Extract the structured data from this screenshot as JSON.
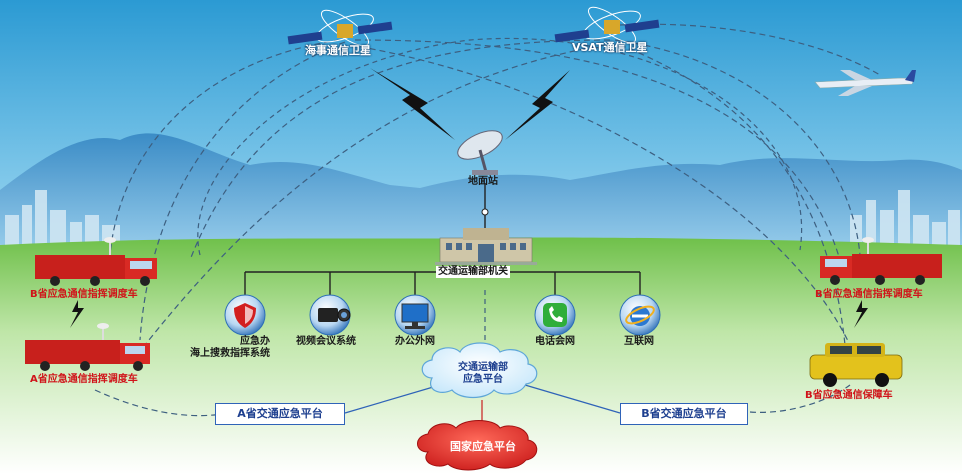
{
  "satellites": [
    {
      "label": "海事通信卫星"
    },
    {
      "label": "VSAT通信卫星"
    }
  ],
  "ground_station": {
    "label": "地面站"
  },
  "ministry": {
    "label": "交通运输部机关"
  },
  "systems": [
    {
      "label": "应急办\n海上搜救指挥系统",
      "icon": "shield-icon"
    },
    {
      "label": "视频会议系统",
      "icon": "video-camera-icon"
    },
    {
      "label": "办公外网",
      "icon": "monitor-icon"
    },
    {
      "label": "电话会网",
      "icon": "phone-icon"
    },
    {
      "label": "互联网",
      "icon": "internet-explorer-icon"
    }
  ],
  "vehicles": {
    "left_top": "B省应急通信指挥调度车",
    "left_bottom": "A省应急通信指挥调度车",
    "right_top": "B省应急通信指挥调度车",
    "right_bottom": "B省应急通信保障车"
  },
  "platforms": {
    "ministry_platform": "交通运输部\n应急平台",
    "province_a": "A省交通应急平台",
    "province_b": "B省交通应急平台",
    "national": "国家应急平台"
  },
  "colors": {
    "sky_top": "#2f9fd6",
    "grass": "#7dc54a",
    "mountain": "#3f8fc9",
    "red_text": "#d0141a",
    "box_border": "#2f63b8",
    "national_cloud": "#c82020"
  }
}
